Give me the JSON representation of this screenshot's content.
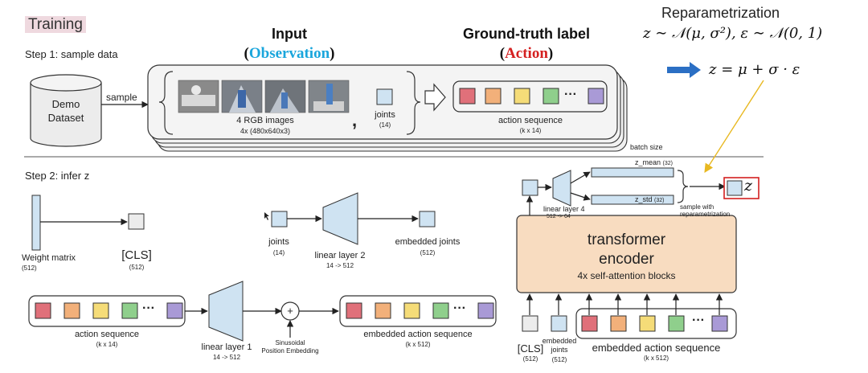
{
  "header": {
    "training": "Training",
    "step1": "Step 1: sample data",
    "step2": "Step 2: infer z",
    "input": "Input",
    "observation": "Observation",
    "gt_label": "Ground-truth label",
    "action": "Action"
  },
  "reparam": {
    "title": "Reparametrization",
    "formula1": "z ∼ 𝒩(μ, σ²),    ε ∼ 𝒩(0, 1)",
    "formula2": "z = μ + σ · ε"
  },
  "step1": {
    "demo_line1": "Demo",
    "demo_line2": "Dataset",
    "sample": "sample",
    "images_label": "4 RGB images",
    "images_dims": "4x (480x640x3)",
    "comma": ",",
    "joints_label": "joints",
    "joints_dims": "(14)",
    "action_seq": "action sequence",
    "action_dims": "(k x 14)",
    "batch_size": "batch size",
    "ellipsis": "···"
  },
  "step2": {
    "weight_matrix": "Weight matrix",
    "weight_dims": "(512)",
    "cls": "[CLS]",
    "cls_dims": "(512)",
    "joints": "joints",
    "joints_dims": "(14)",
    "linear2": "linear layer 2",
    "linear2_dims": "14 -> 512",
    "embedded_joints": "embedded joints",
    "embedded_joints_dims": "(512)",
    "action_seq": "action sequence",
    "action_dims": "(k x 14)",
    "linear1": "linear layer 1",
    "linear1_dims": "14 -> 512",
    "plus": "+",
    "sinusoidal_1": "Sinusoidal",
    "sinusoidal_2": "Position Embedding",
    "embedded_action": "embedded action sequence",
    "embedded_action_dims": "(k x 512)",
    "ellipsis": "···"
  },
  "encoder": {
    "title_1": "transformer",
    "title_2": "encoder",
    "subtitle": "4x self-attention blocks",
    "linear4": "linear layer 4",
    "linear4_dims": "512 -> 64",
    "z_mean": "z_mean",
    "z_mean_dims": "(32)",
    "z_std": "z_std",
    "z_std_dims": "(32)",
    "sample_with_1": "sample with",
    "sample_with_2": "reparametrization",
    "z": "z",
    "cls": "[CLS]",
    "cls_dims": "(512)",
    "embedded_joints_1": "embedded",
    "embedded_joints_2": "joints",
    "embedded_joints_dims": "(512)",
    "embedded_action": "embedded action sequence",
    "embedded_action_dims": "(k x 512)",
    "ellipsis": "···"
  },
  "colors": {
    "seq": [
      "#e0707a",
      "#f2b07a",
      "#f5dc78",
      "#8fcf8c",
      "#a99ad6"
    ],
    "light_blue": "#cfe3f2",
    "encoder_fill": "#f8dcc0",
    "accent_red": "#d42020",
    "accent_blue": "#2b6fc4"
  }
}
